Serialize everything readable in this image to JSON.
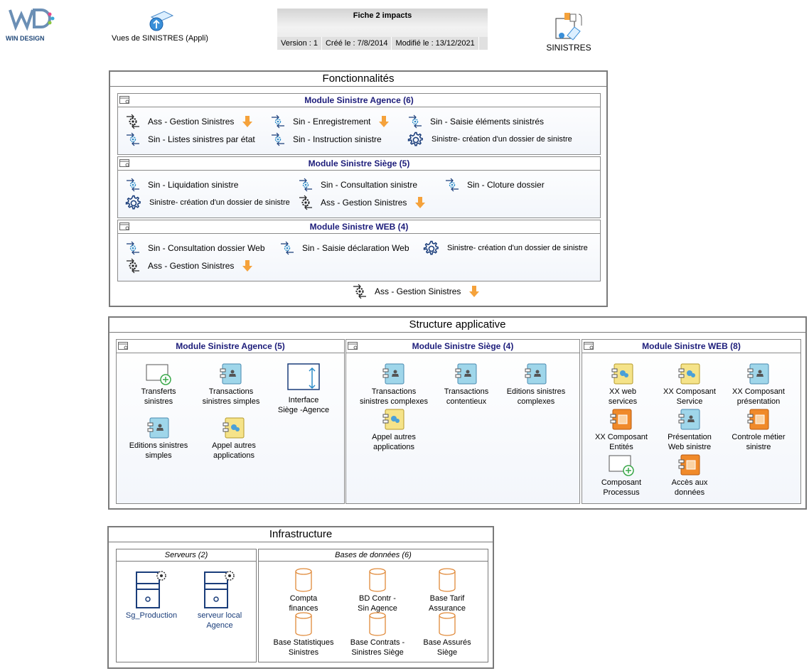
{
  "header": {
    "logo_big": "WD",
    "logo_small": "WIN DESIGN",
    "views_label": "Vues de SINISTRES (Appli)",
    "fiche_title": "Fiche 2 impacts",
    "version": "Version : 1",
    "created": "Créé le : 7/8/2014",
    "modified": "Modifié le : 13/12/2021",
    "domain_label": "SINISTRES"
  },
  "fonctionnalites": {
    "title": "Fonctionnalités",
    "modules": [
      {
        "title": "Module Sinistre Agence (6)",
        "items": [
          "Ass - Gestion Sinistres",
          "Sin - Enregistrement",
          "Sin - Saisie éléments sinistrés",
          "Sin - Listes sinistres par état",
          "Sin - Instruction sinistre",
          "Sinistre- création d'un dossier de sinistre"
        ]
      },
      {
        "title": "Module Sinistre Siège (5)",
        "items": [
          "Sin - Liquidation sinistre",
          "Sin - Consultation sinistre",
          "Sin - Cloture dossier",
          "Sinistre- création d'un dossier de sinistre",
          "Ass - Gestion Sinistres"
        ]
      },
      {
        "title": "Module Sinistre WEB (4)",
        "items": [
          "Sin - Consultation dossier Web",
          "Sin - Saisie déclaration Web",
          "Sinistre- création d'un dossier de sinistre",
          "Ass - Gestion Sinistres"
        ]
      }
    ],
    "extra_item": "Ass - Gestion Sinistres"
  },
  "structure": {
    "title": "Structure applicative",
    "modules": [
      {
        "title": "Module Sinistre Agence (5)",
        "nodes": [
          [
            "Transferts",
            "sinistres"
          ],
          [
            "Transactions",
            "sinistres simples"
          ],
          [
            "Interface",
            "Siège -Agence"
          ],
          [
            "Editions sinistres",
            "simples"
          ],
          [
            "Appel autres",
            "applications"
          ]
        ]
      },
      {
        "title": "Module Sinistre Siège (4)",
        "nodes": [
          [
            "Transactions",
            "sinistres complexes"
          ],
          [
            "Transactions",
            "contentieux"
          ],
          [
            "Editions sinistres",
            "complexes"
          ],
          [
            "Appel autres",
            "applications"
          ]
        ]
      },
      {
        "title": "Module Sinistre WEB (8)",
        "nodes": [
          [
            "XX web",
            "services"
          ],
          [
            "XX Composant",
            "Service"
          ],
          [
            "XX Composant",
            "présentation"
          ],
          [
            "XX Composant",
            "Entités"
          ],
          [
            "Présentation",
            "Web sinistre"
          ],
          [
            "Controle métier",
            "sinistre"
          ],
          [
            "Composant",
            "Processus"
          ],
          [
            "Accès aux",
            "données"
          ]
        ]
      }
    ]
  },
  "infrastructure": {
    "title": "Infrastructure",
    "servers": {
      "title": "Serveurs (2)",
      "items": [
        [
          "Sg_Production",
          ""
        ],
        [
          "serveur local",
          "Agence"
        ]
      ]
    },
    "databases": {
      "title": "Bases de données (6)",
      "items": [
        [
          "Compta",
          "finances"
        ],
        [
          "BD Contr -",
          "Sin Agence"
        ],
        [
          "Base Tarif",
          "Assurance"
        ],
        [
          "Base Statistiques",
          "Sinistres"
        ],
        [
          "Base Contrats -",
          "Sinistres Siège"
        ],
        [
          "Base Assurés",
          "Siège"
        ]
      ]
    }
  }
}
